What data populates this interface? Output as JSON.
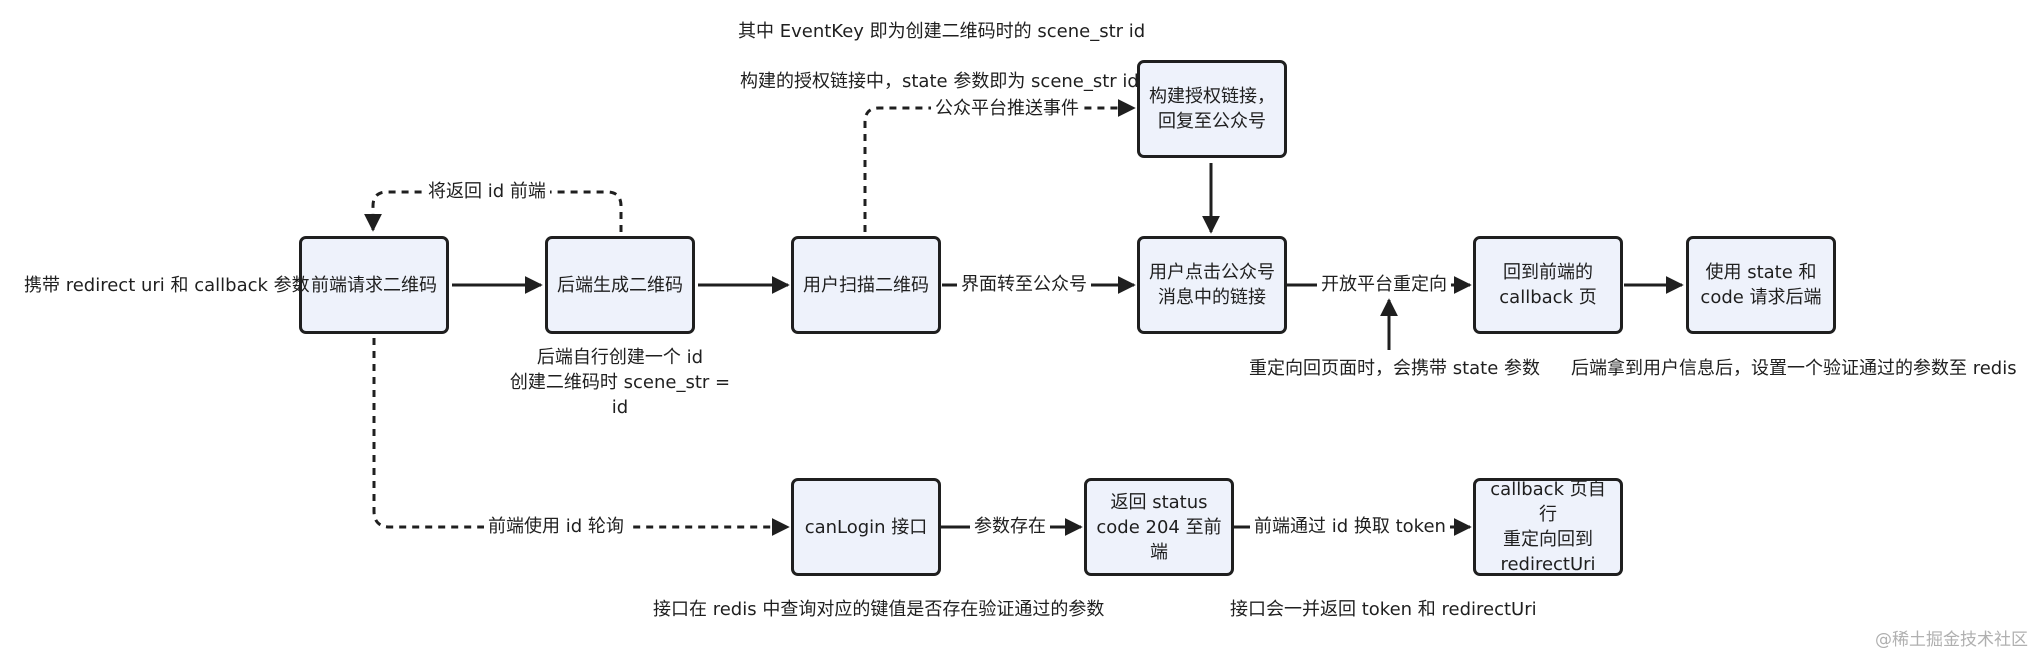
{
  "nodes": {
    "frontend_request_qr": "前端请求二维码",
    "backend_generate_qr": "后端生成二维码",
    "user_scan_qr": "用户扫描二维码",
    "build_auth_link": "构建授权链接，\n回复至公众号",
    "user_click_link": "用户点击公众号\n消息中的链接",
    "return_to_callback": "回到前端的\ncallback 页",
    "request_backend": "使用 state 和\ncode 请求后端",
    "canlogin_api": "canLogin 接口",
    "return_status_204": "返回 status\ncode 204 至前端",
    "callback_redirect": "callback 页自行\n重定向回到\nredirectUri"
  },
  "edges": {
    "return_id": "将返回 id 前端",
    "platform_push": "公众平台推送事件",
    "ui_to_account": "界面转至公众号",
    "open_platform_redirect": "开放平台重定向",
    "poll_with_id": "前端使用 id 轮询",
    "param_exists": "参数存在",
    "exchange_token": "前端通过 id 换取 token"
  },
  "notes": {
    "carry_params": "携带 redirect uri 和 callback 参数",
    "event_key": "其中 EventKey 即为创建二维码时的 scene_str id",
    "state_param": "构建的授权链接中，state 参数即为 scene_str id",
    "backend_create_id": "后端自行创建一个 id\n创建二维码时 scene_str  = id",
    "redirect_state": "重定向回页面时，会携带 state 参数",
    "set_redis": "后端拿到用户信息后，设置一个验证通过的参数至 redis",
    "query_redis": "接口在 redis 中查询对应的键值是否存在验证通过的参数",
    "return_token": "接口会一并返回 token 和 redirectUri"
  },
  "watermark": "@稀土掘金技术社区"
}
